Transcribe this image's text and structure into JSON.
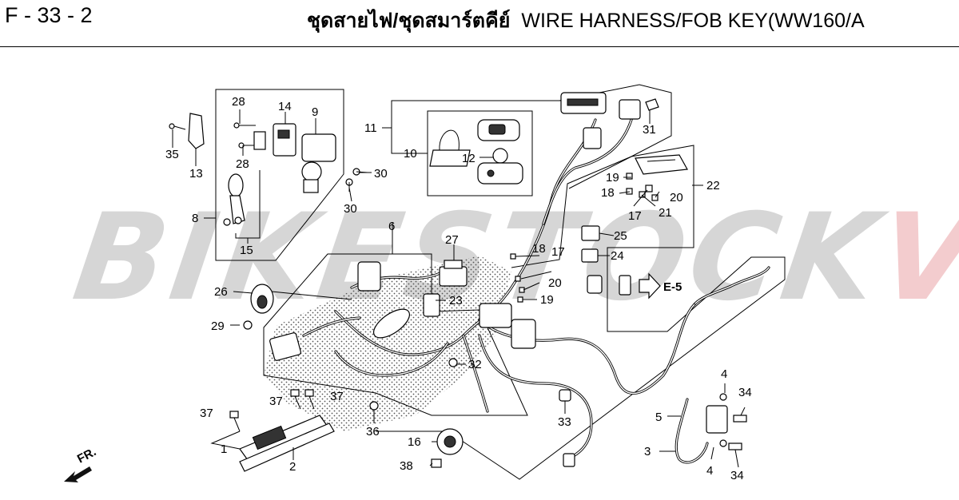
{
  "header": {
    "page_code": "F - 33 - 2",
    "title_th": "ชุดสายไฟ/ชุดสมาร์ตคีย์",
    "title_en": "WIRE HARNESS/FOB KEY(WW160/A"
  },
  "watermark": {
    "text_main": "BIKESTOCK",
    "text_accent": "VN",
    "color_main": "#cfcfcf",
    "color_accent": "#f2c4c6"
  },
  "diagram": {
    "labels": {
      "l1": "1",
      "l2": "2",
      "l3": "3",
      "l4a": "4",
      "l4b": "4",
      "l5": "5",
      "l6": "6",
      "l8": "8",
      "l9": "9",
      "l10": "10",
      "l11": "11",
      "l12": "12",
      "l13": "13",
      "l14": "14",
      "l15": "15",
      "l16": "16",
      "l17a": "17",
      "l17b": "17",
      "l18a": "18",
      "l18b": "18",
      "l19a": "19",
      "l19b": "19",
      "l20a": "20",
      "l20b": "20",
      "l21": "21",
      "l22": "22",
      "l23": "23",
      "l24": "24",
      "l25": "25",
      "l26": "26",
      "l27": "27",
      "l28a": "28",
      "l28b": "28",
      "l29": "29",
      "l30a": "30",
      "l30b": "30",
      "l31": "31",
      "l32": "32",
      "l33": "33",
      "l34a": "34",
      "l34b": "34",
      "l35": "35",
      "l36": "36",
      "l37a": "37",
      "l37b": "37",
      "l37c": "37",
      "l38": "38"
    },
    "ref_arrow": "E-5",
    "front_marker": "FR."
  }
}
